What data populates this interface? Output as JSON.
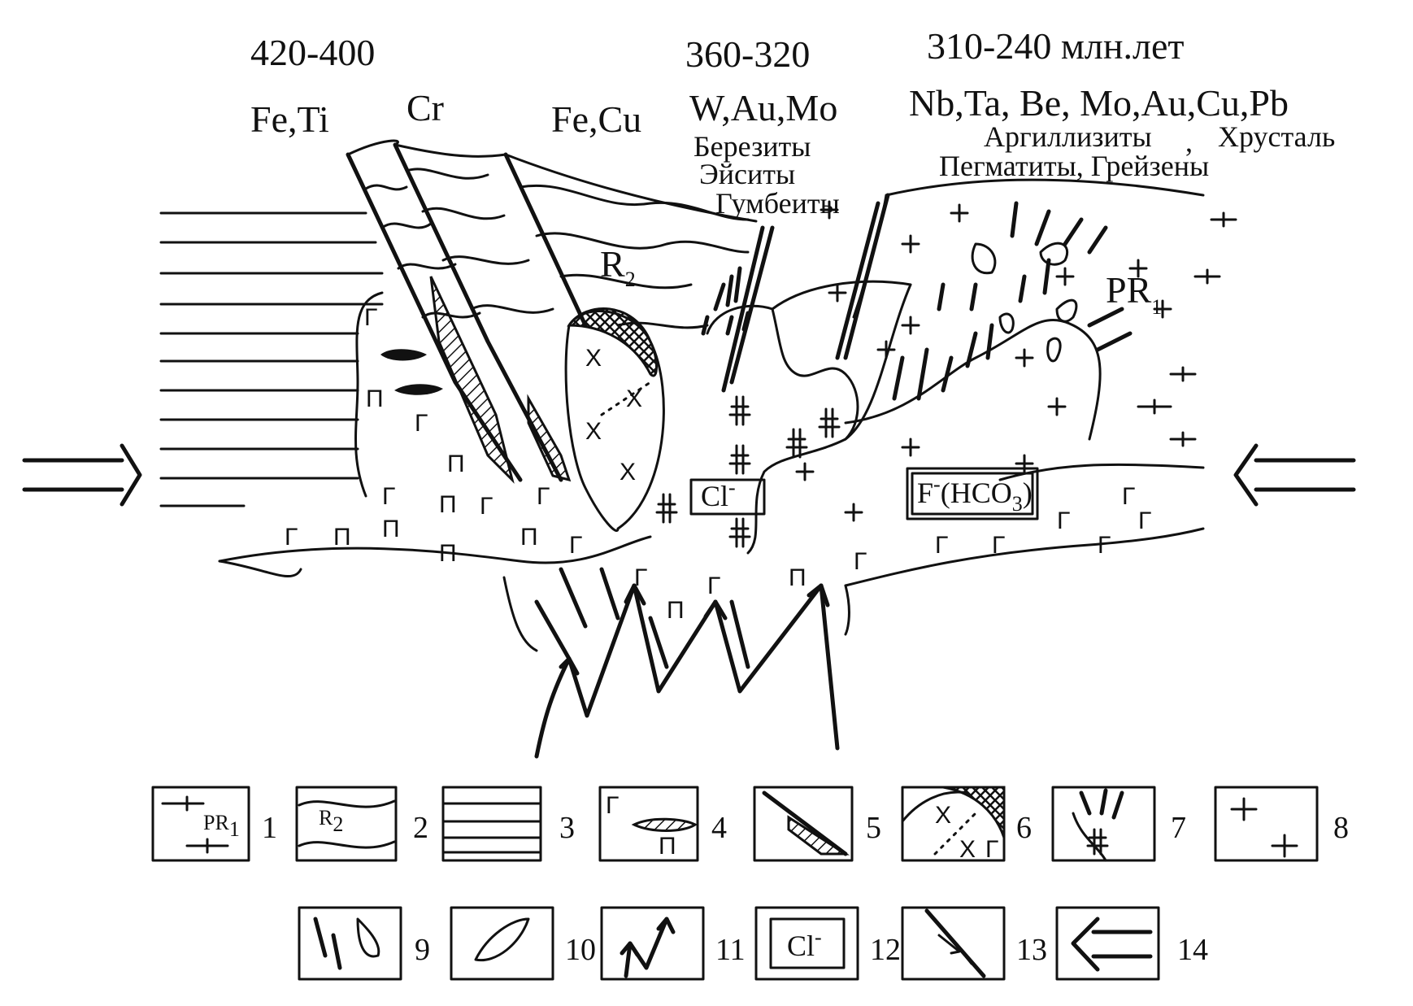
{
  "ages": {
    "left": "420-400",
    "center": "360-320",
    "right": "310-240 млн.лет"
  },
  "metals": {
    "fe_ti": "Fe,Ti",
    "cr": "Cr",
    "fe_cu": "Fe,Cu",
    "w_au_mo": "W,Au,Mo",
    "nb_group": "Nb,Ta, Be, Mo,Au,Cu,Pb"
  },
  "rocks": {
    "berezity": "Березиты",
    "eisity": "Эйситы",
    "gumbeity": "Гумбеиты",
    "argillizity": "Аргиллизиты",
    "comma": ",",
    "khrustal": "Хрусталь",
    "pegmatity": "Пегматиты, Грейзены"
  },
  "units": {
    "r2": "R",
    "r2_sub": "2",
    "pr1": "PR",
    "pr1_sub": "1"
  },
  "boxes": {
    "cl": "Cl",
    "cl_sup": "-",
    "f_hco3": "F",
    "f_sup": "-",
    "f_rest": "(HCO",
    "f_sub": "3",
    "f_close": ")"
  },
  "legend": {
    "pr_label": "PR",
    "pr_sub": "1",
    "r_label": "R",
    "r_sub": "2",
    "cl_label": "Cl",
    "cl_sup": "-",
    "numbers": [
      "1",
      "2",
      "3",
      "4",
      "5",
      "6",
      "7",
      "8",
      "9",
      "10",
      "11",
      "12",
      "13",
      "14"
    ]
  }
}
